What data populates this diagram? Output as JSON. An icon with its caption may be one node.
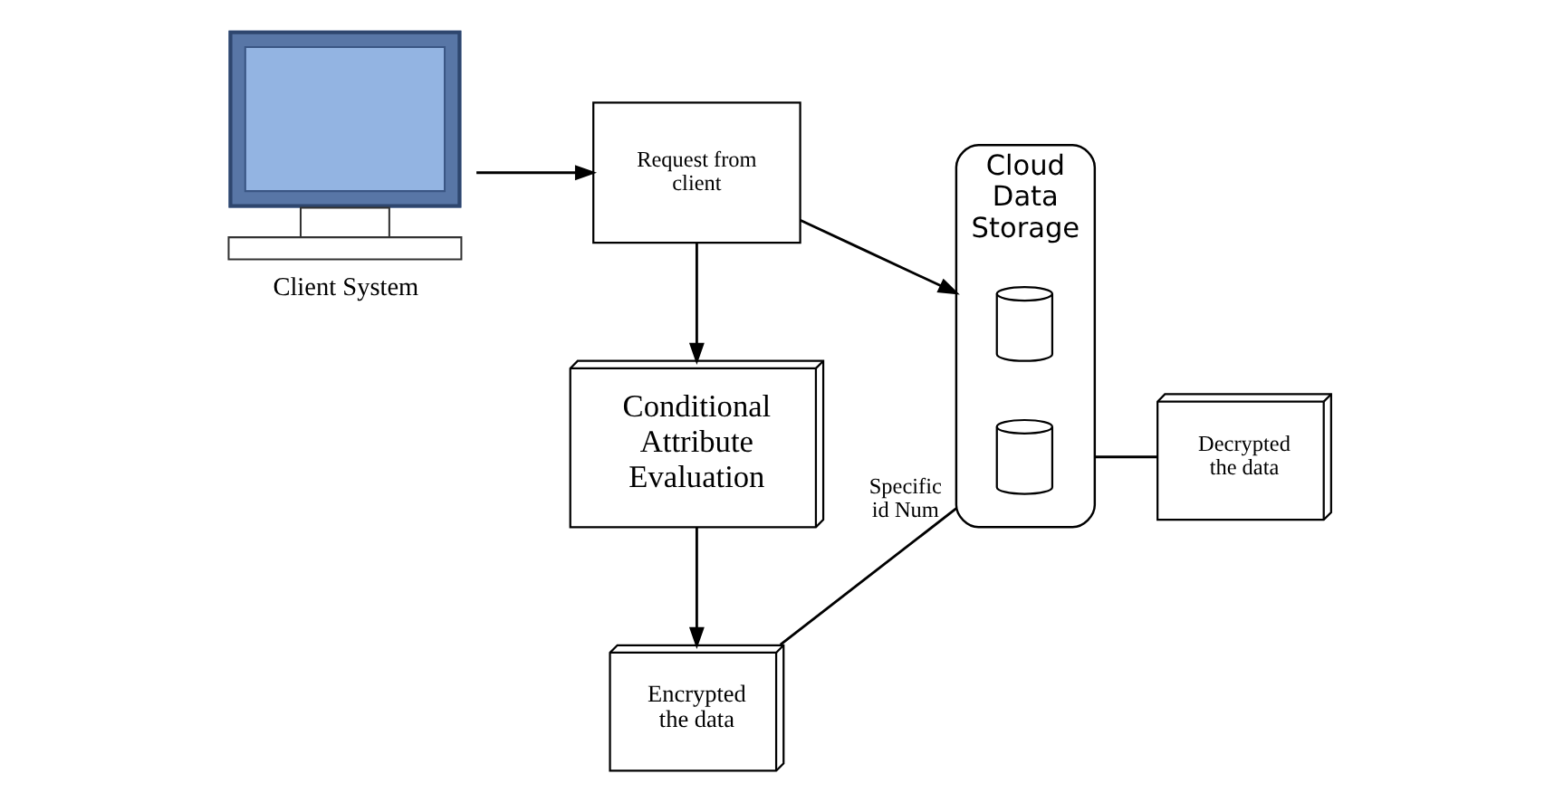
{
  "diagram": {
    "nodes": [
      {
        "text": [],
        "shape": "picture",
        "beside": [
          "Client System"
        ]
      },
      {
        "text": [
          "Request from client"
        ]
      },
      {
        "text": [
          "Cloud Data Storage"
        ]
      },
      {
        "text": [],
        "shape": "cylinder",
        "in": 2
      },
      {
        "text": [],
        "shape": "cylinder",
        "in": 2
      },
      {
        "text": [
          "Conditional Attribute Evaluation"
        ]
      },
      {
        "text": [
          "Encrypted the data"
        ]
      },
      {
        "text": [
          "Decrypted the data"
        ]
      }
    ],
    "edges": [
      {
        "from": 0,
        "to": 1,
        "arrow": "to"
      },
      {
        "from": 1,
        "to": 2,
        "arrow": "to"
      },
      {
        "from": 1,
        "to": 5,
        "arrow": "to"
      },
      {
        "from": 5,
        "to": 6,
        "arrow": "to"
      },
      {
        "from": 6,
        "to": 2,
        "arrow": "none",
        "label": "Specific id Num"
      },
      {
        "from": 2,
        "to": 7,
        "arrow": "none"
      }
    ]
  }
}
